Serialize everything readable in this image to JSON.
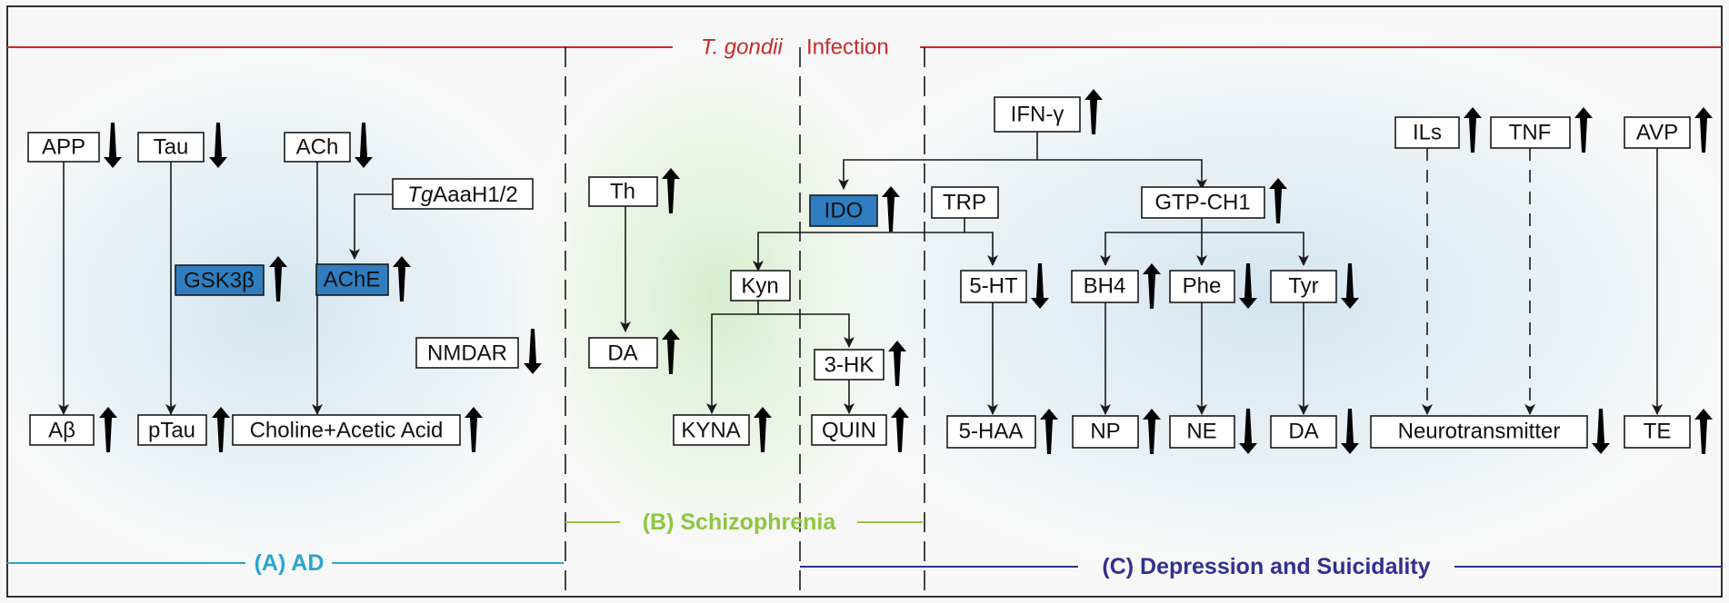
{
  "header": {
    "organism": "T. gondii",
    "label": "Infection",
    "color": "#c92a2a"
  },
  "sections": {
    "ad": {
      "label": "(A) AD",
      "color": "#2aa5cf"
    },
    "schizophrenia": {
      "label": "(B) Schizophrenia",
      "color": "#8cc63f"
    },
    "depression": {
      "label": "(C) Depression and Suicidality",
      "color": "#2e3192"
    }
  },
  "nodes": {
    "app": "APP",
    "tau": "Tau",
    "ach": "ACh",
    "tgaaah_prefix": "Tg",
    "tgaaah_suffix": "AaaH1/2",
    "gsk3b": "GSK3β",
    "ache": "AChE",
    "nmdar": "NMDAR",
    "abeta": "Aβ",
    "ptau": "pTau",
    "choline": "Choline+Acetic Acid",
    "th": "Th",
    "da_b": "DA",
    "ido": "IDO",
    "kyn": "Kyn",
    "hk3": "3-HK",
    "kyna": "KYNA",
    "quin": "QUIN",
    "ifng": "IFN-γ",
    "trp": "TRP",
    "gtpch1": "GTP-CH1",
    "ht5": "5-HT",
    "bh4": "BH4",
    "phe": "Phe",
    "tyr": "Tyr",
    "haa5": "5-HAA",
    "np": "NP",
    "ne": "NE",
    "da_c": "DA",
    "ils": "ILs",
    "tnf": "TNF",
    "avp": "AVP",
    "neurotransmitter": "Neurotransmitter",
    "te": "TE"
  },
  "colors": {
    "highlight": "#2f7dbf",
    "regulation_arrow": "#b22a2a"
  }
}
